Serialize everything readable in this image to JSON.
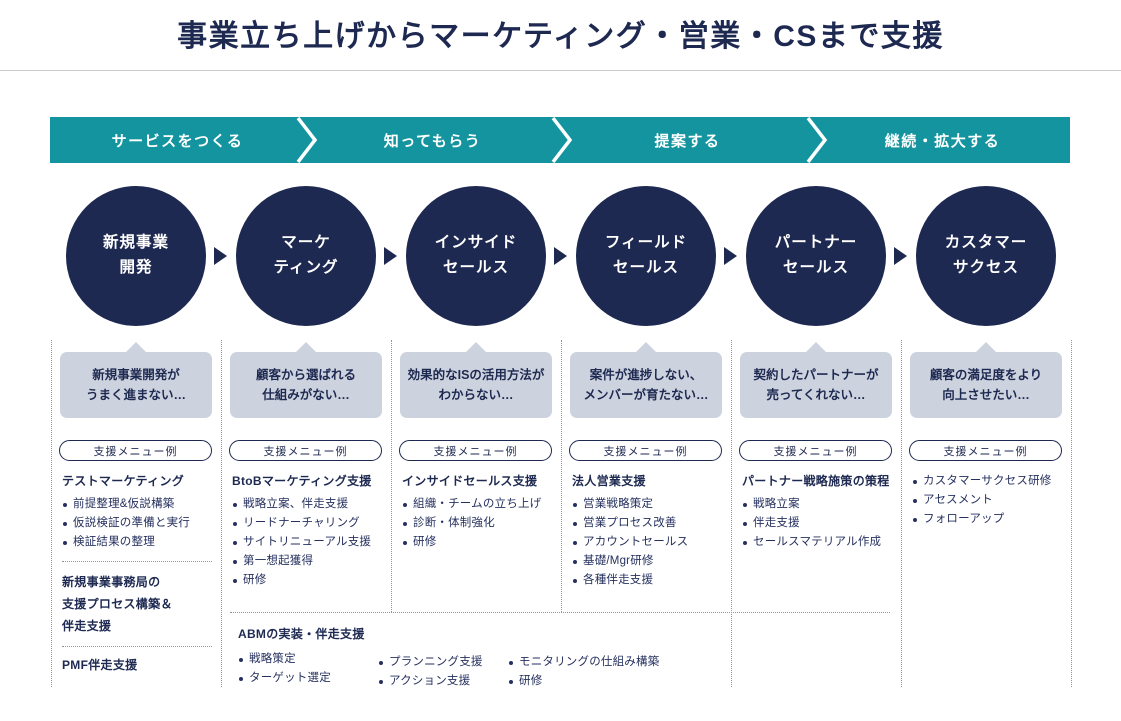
{
  "title": "事業立ち上げからマーケティング・営業・CSまで支援",
  "colors": {
    "navy": "#1E2951",
    "teal": "#13949E",
    "bubble_gray": "#CDD3DE"
  },
  "phases": [
    {
      "label": "サービスをつくる"
    },
    {
      "label": "知ってもらう"
    },
    {
      "label": "提案する"
    },
    {
      "label": "継続・拡大する"
    }
  ],
  "pill_label": "支援メニュー例",
  "columns": [
    {
      "circle": [
        "新規事業",
        "開発"
      ],
      "bubble": [
        "新規事業開発が",
        "うまく進まない…"
      ]
    },
    {
      "circle": [
        "マーケ",
        "ティング"
      ],
      "bubble": [
        "顧客から選ばれる",
        "仕組みがない…"
      ]
    },
    {
      "circle": [
        "インサイド",
        "セールス"
      ],
      "bubble": [
        "効果的なISの活用方法が",
        "わからない…"
      ]
    },
    {
      "circle": [
        "フィールド",
        "セールス"
      ],
      "bubble": [
        "案件が進捗しない、",
        "メンバーが育たない…"
      ]
    },
    {
      "circle": [
        "パートナー",
        "セールス"
      ],
      "bubble": [
        "契約したパートナーが",
        "売ってくれない…"
      ]
    },
    {
      "circle": [
        "カスタマー",
        "サクセス"
      ],
      "bubble": [
        "顧客の満足度をより",
        "向上させたい…"
      ]
    }
  ],
  "menus": {
    "col1": {
      "s0_heading": "テストマーケティング",
      "s0_items": [
        "前提整理&仮説構築",
        "仮説検証の準備と実行",
        "検証結果の整理"
      ],
      "s1_heading": [
        "新規事業事務局の",
        "支援プロセス構築＆",
        "伴走支援"
      ],
      "s2_heading": "PMF伴走支援"
    },
    "col2": {
      "heading": "BtoBマーケティング支援",
      "items": [
        "戦略立案、伴走支援",
        "リードナーチャリング",
        "サイトリニューアル支援",
        "第一想起獲得",
        "研修"
      ]
    },
    "col3": {
      "heading": "インサイドセールス支援",
      "items": [
        "組織・チームの立ち上げ",
        "診断・体制強化",
        "研修"
      ]
    },
    "col4": {
      "heading": "法人営業支援",
      "items": [
        "営業戦略策定",
        "営業プロセス改善",
        "アカウントセールス",
        "基礎/Mgr研修",
        "各種伴走支援"
      ]
    },
    "col5": {
      "heading": "パートナー戦略施策の策程",
      "items": [
        "戦略立案",
        "伴走支援",
        "セールスマテリアル作成"
      ]
    },
    "col6": {
      "items": [
        "カスタマーサクセス研修",
        "アセスメント",
        "フォローアップ"
      ]
    },
    "abm": {
      "heading": "ABMの実装・伴走支援",
      "group0": [
        "戦略策定",
        "ターゲット選定"
      ],
      "group1": [
        "プランニング支援",
        "アクション支援"
      ],
      "group2": [
        "モニタリングの仕組み構築",
        "研修"
      ]
    }
  }
}
